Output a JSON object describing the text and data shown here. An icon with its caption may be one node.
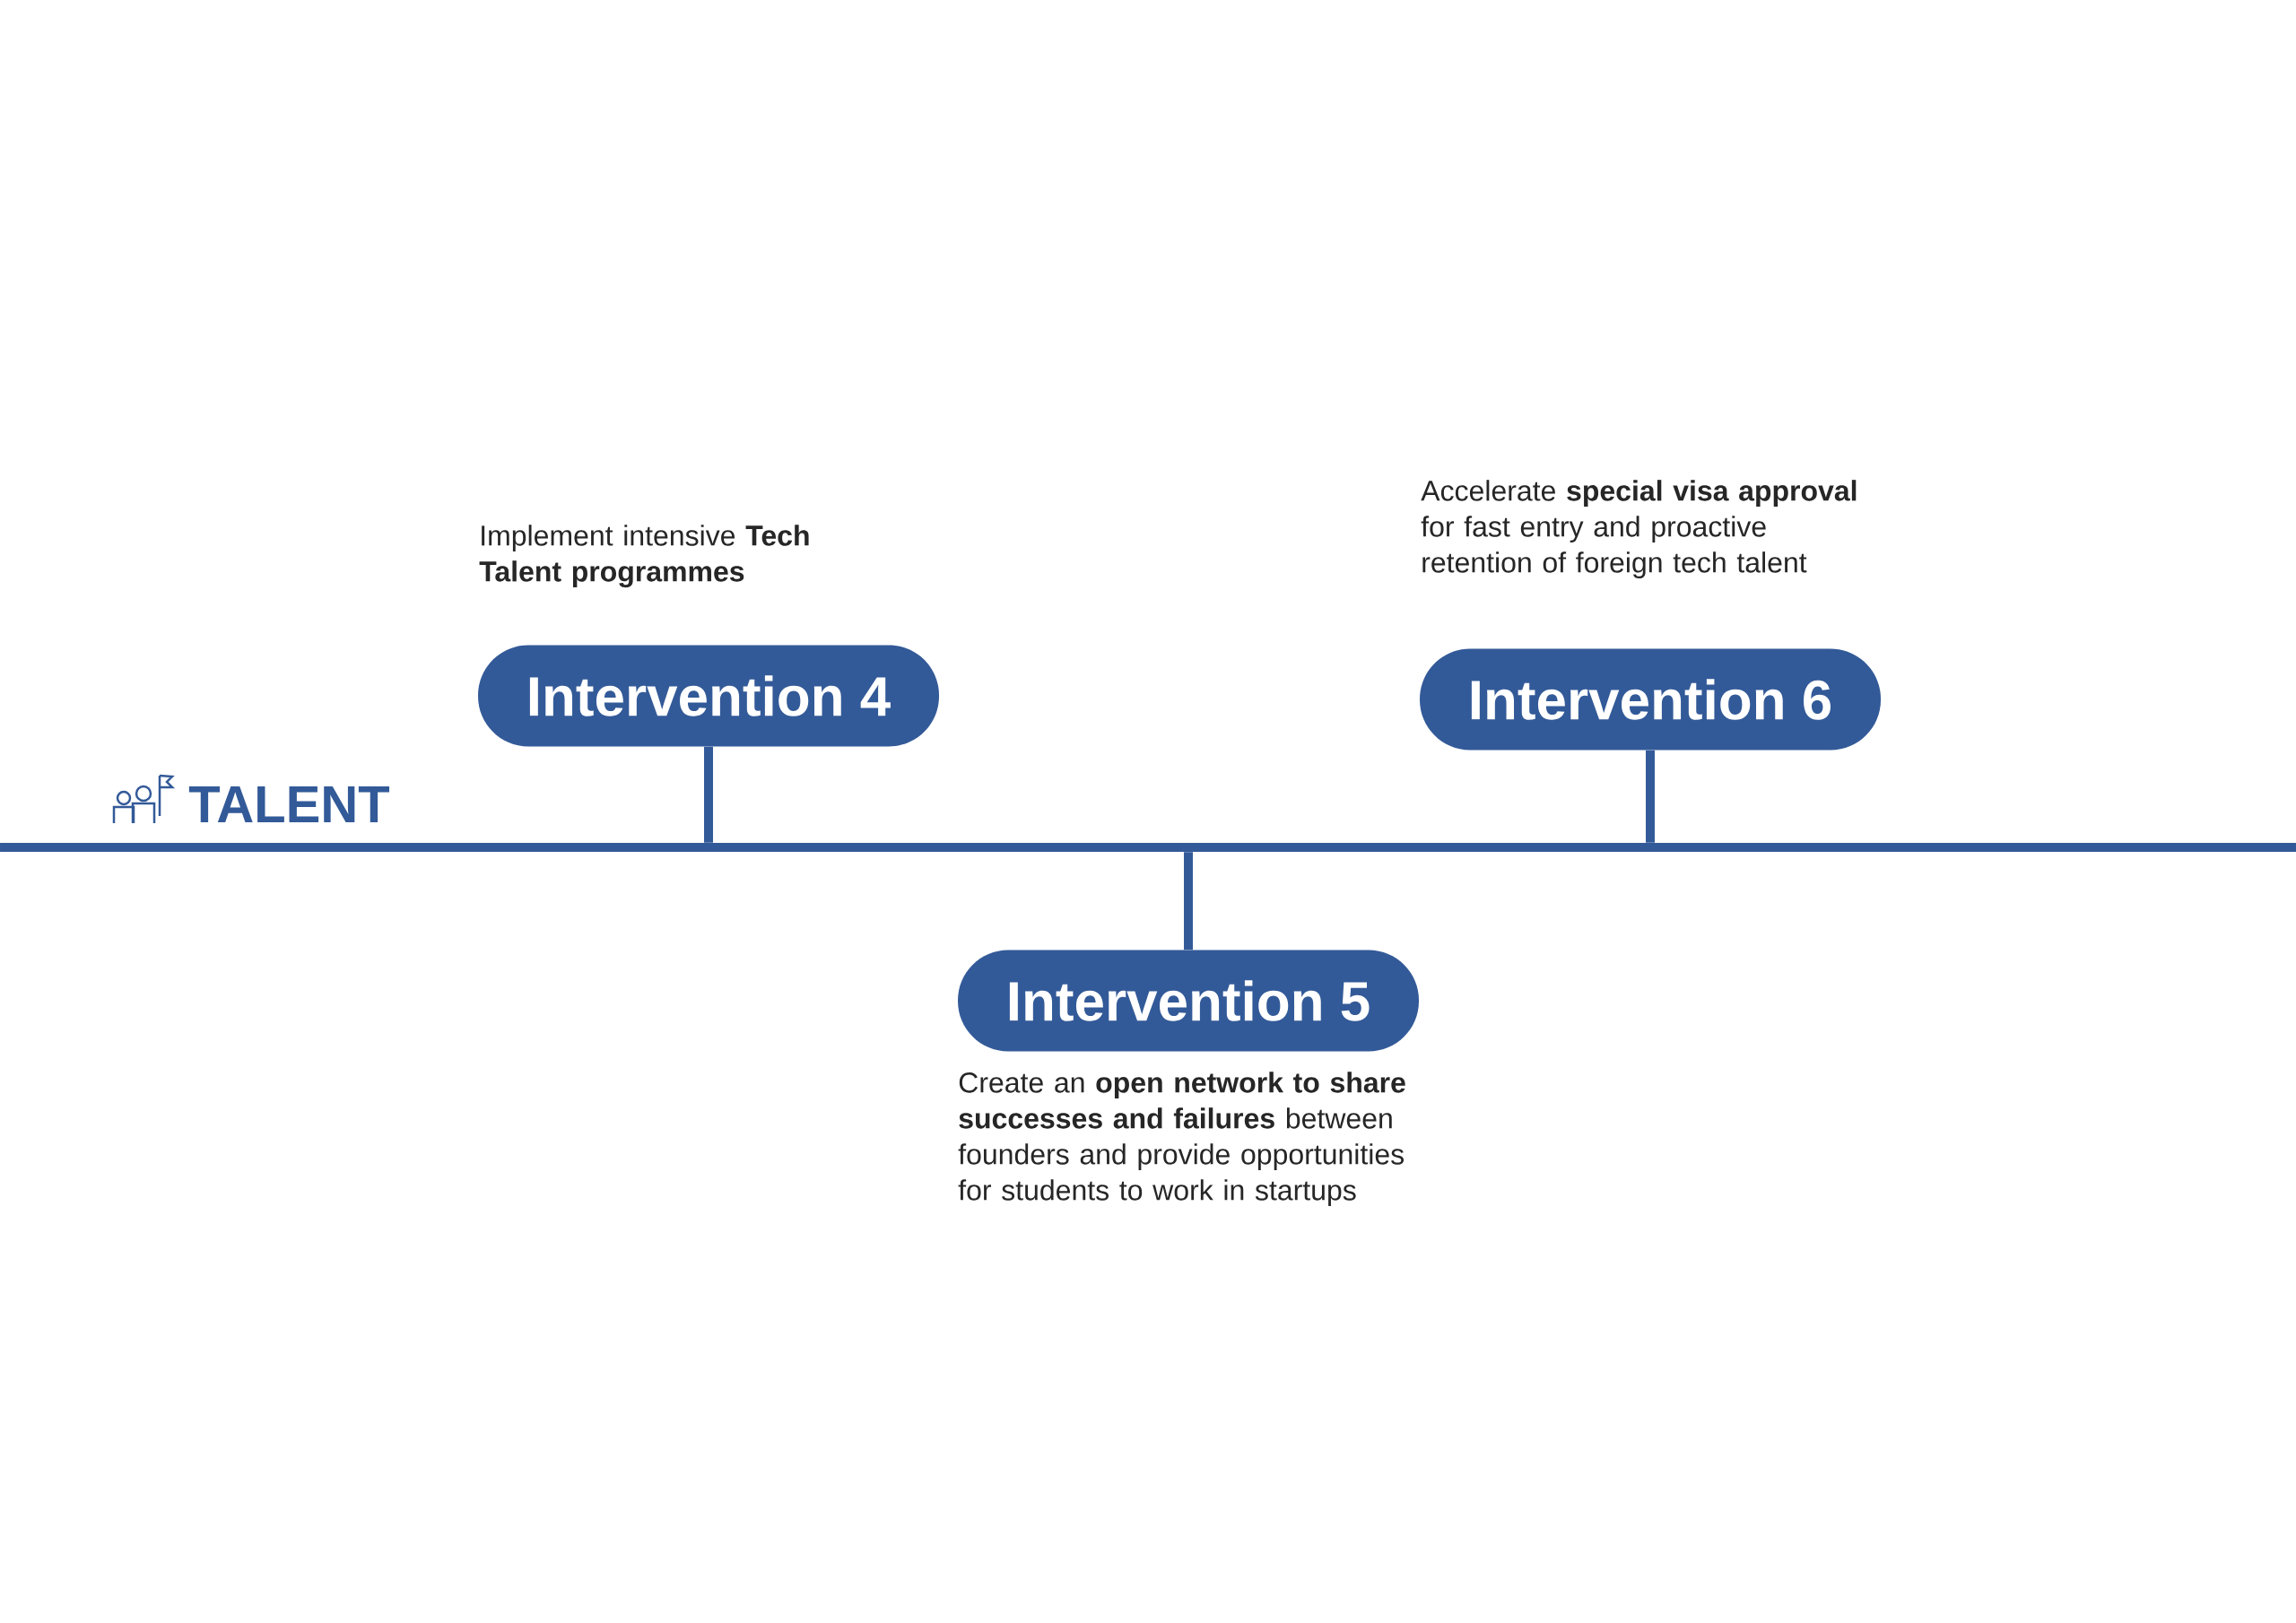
{
  "diagram": {
    "nodes": [
      {
        "text": [
          "Intervention 4"
        ],
        "beside": [
          "Implement intensive **Tech Talent programmes**"
        ]
      },
      {
        "text": [
          "Intervention 5"
        ],
        "beside": [
          "Create an **open network to share successes and failures** between founders and provide opportunities for students to work in startups"
        ]
      },
      {
        "text": [
          "Intervention 6"
        ],
        "beside": [
          "Accelerate **special visa approval** for fast entry and proactive retention of foreign tech talent"
        ]
      },
      {
        "text": [],
        "shape": "bar"
      }
    ],
    "edges": [
      {
        "from": 0,
        "to": 3,
        "arrow": "none"
      },
      {
        "from": 1,
        "to": 3,
        "arrow": "none"
      },
      {
        "from": 2,
        "to": 3,
        "arrow": "none"
      }
    ],
    "labels": [
      "TALENT"
    ]
  }
}
